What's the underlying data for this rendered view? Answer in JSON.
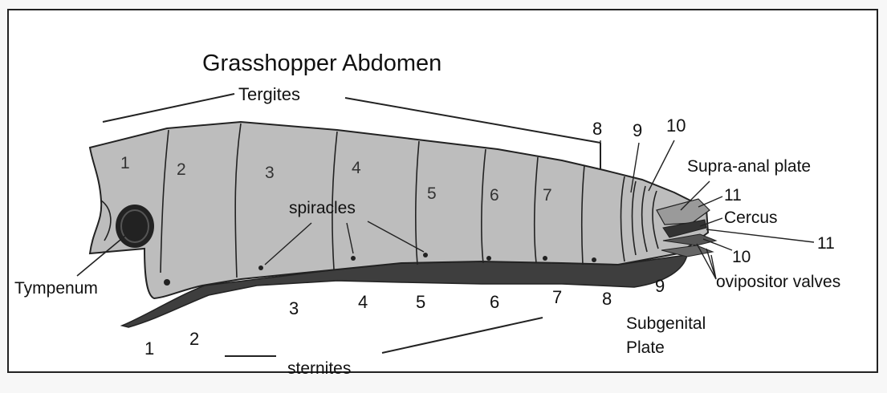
{
  "title": "Grasshopper Abdomen",
  "labels": {
    "tergites": "Tergites",
    "sternites": "sternites",
    "spiracles": "spiracles",
    "tympenum": "Tympenum",
    "supra_anal_plate": "Supra-anal plate",
    "cercus": "Cercus",
    "ovipositor_valves": "ovipositor valves",
    "subgenital_line1": "Subgenital",
    "subgenital_line2": "Plate"
  },
  "tergite_numbers": [
    "1",
    "2",
    "3",
    "4",
    "5",
    "6",
    "7",
    "8",
    "9",
    "10"
  ],
  "sternite_numbers": [
    "1",
    "2",
    "3",
    "4",
    "5",
    "6",
    "7",
    "8",
    "9"
  ],
  "terminal_numbers": {
    "eleven_a": "11",
    "eleven_b": "11",
    "ten_b": "10"
  },
  "colors": {
    "background": "#f7f7f7",
    "body": "#bdbdbd",
    "sternite_band": "#3e3e3e",
    "outline": "#222222"
  }
}
